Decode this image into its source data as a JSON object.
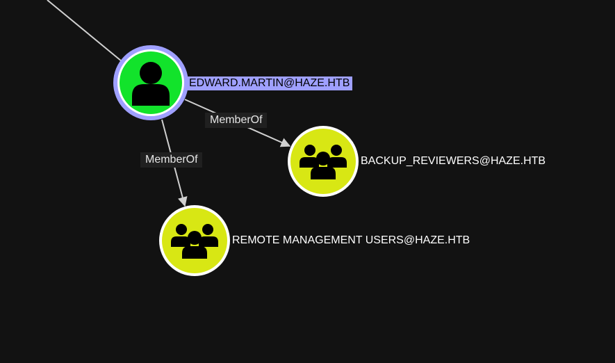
{
  "colors": {
    "background": "#121212",
    "user_node": "#12e32b",
    "group_node": "#d8e714",
    "selection_ring": "#9fa0ff",
    "edge": "#d0d0d0"
  },
  "nodes": {
    "user": {
      "label": "EDWARD.MARTIN@HAZE.HTB",
      "icon": "user-icon",
      "selected": true
    },
    "backup_group": {
      "label": "BACKUP_REVIEWERS@HAZE.HTB",
      "icon": "group-icon"
    },
    "remote_group": {
      "label": "REMOTE MANAGEMENT USERS@HAZE.HTB",
      "icon": "group-icon"
    }
  },
  "edges": {
    "to_backup": {
      "label": "MemberOf"
    },
    "to_remote": {
      "label": "MemberOf"
    }
  }
}
